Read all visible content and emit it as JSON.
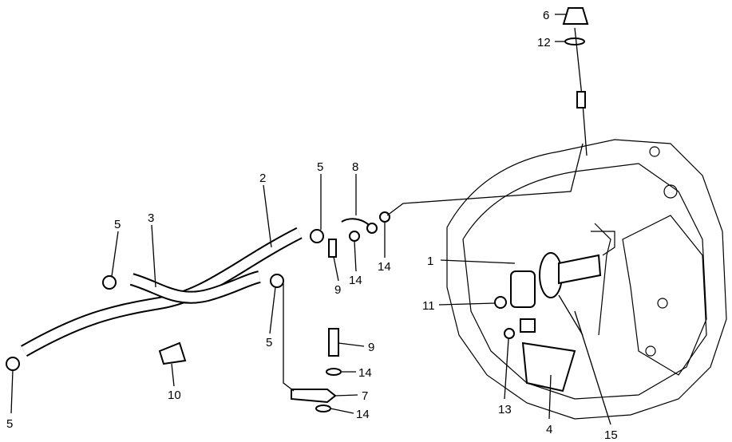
{
  "diagram": {
    "title": "Transmission hose and dipstick parts diagram",
    "callouts": [
      "6",
      "12",
      "5",
      "8",
      "2",
      "3",
      "5",
      "1",
      "9",
      "14",
      "14",
      "11",
      "5",
      "9",
      "14",
      "7",
      "10",
      "14",
      "13",
      "4",
      "15",
      "5"
    ]
  }
}
